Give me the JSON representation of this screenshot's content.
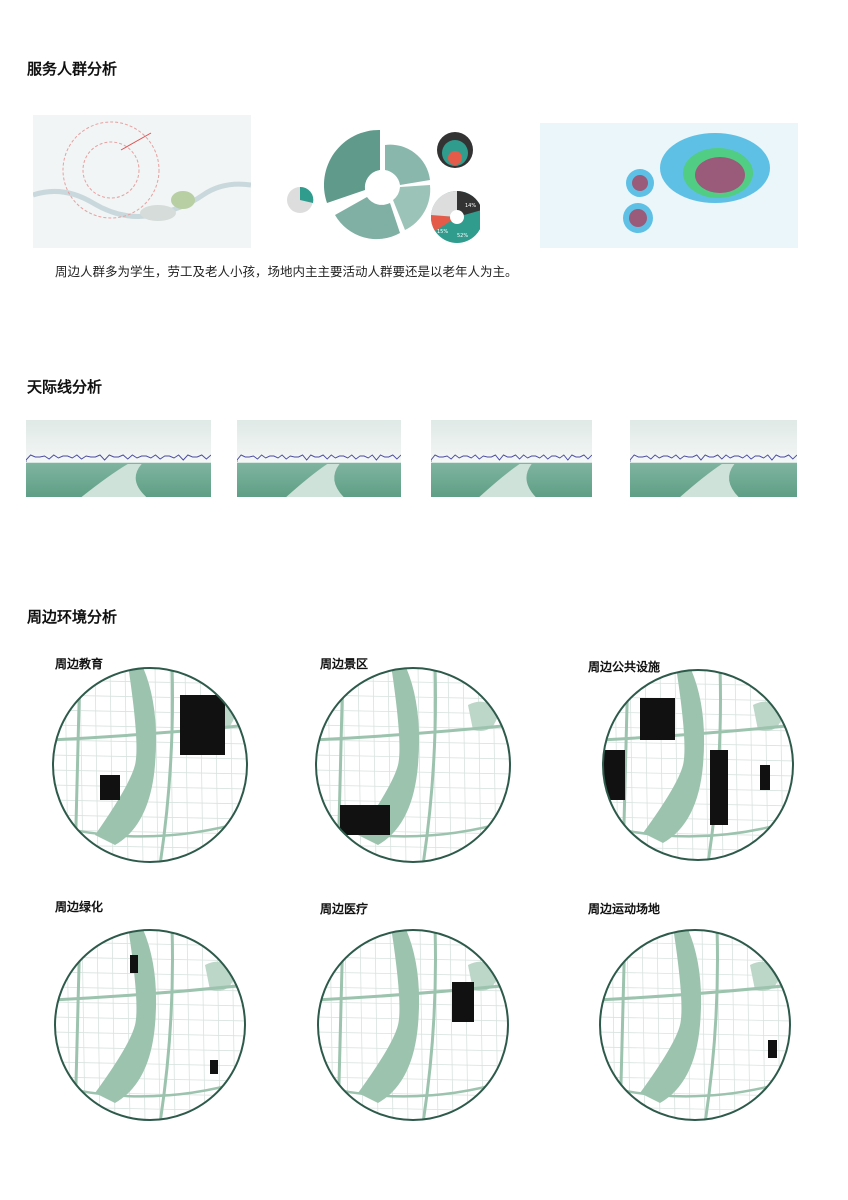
{
  "sections": {
    "service": {
      "title": "服务人群分析",
      "caption": "周边人群多为学生，劳工及老人小孩，场地内主主要活动人群要还是以老年人为主。",
      "donut_labels": [
        "14%",
        "15%",
        "52%"
      ]
    },
    "skyline": {
      "title": "天际线分析"
    },
    "environment": {
      "title": "周边环境分析",
      "maps": [
        {
          "label": "周边教育"
        },
        {
          "label": "周边景区"
        },
        {
          "label": "周边公共设施"
        },
        {
          "label": "周边绿化"
        },
        {
          "label": "周边医疗"
        },
        {
          "label": "周边运动场地"
        }
      ]
    }
  },
  "colors": {
    "accent_green": "#2f9c8e",
    "lake": "#9cc3ae",
    "ring": "#2d5a4a",
    "red": "#e45b4a",
    "dark": "#333333"
  }
}
